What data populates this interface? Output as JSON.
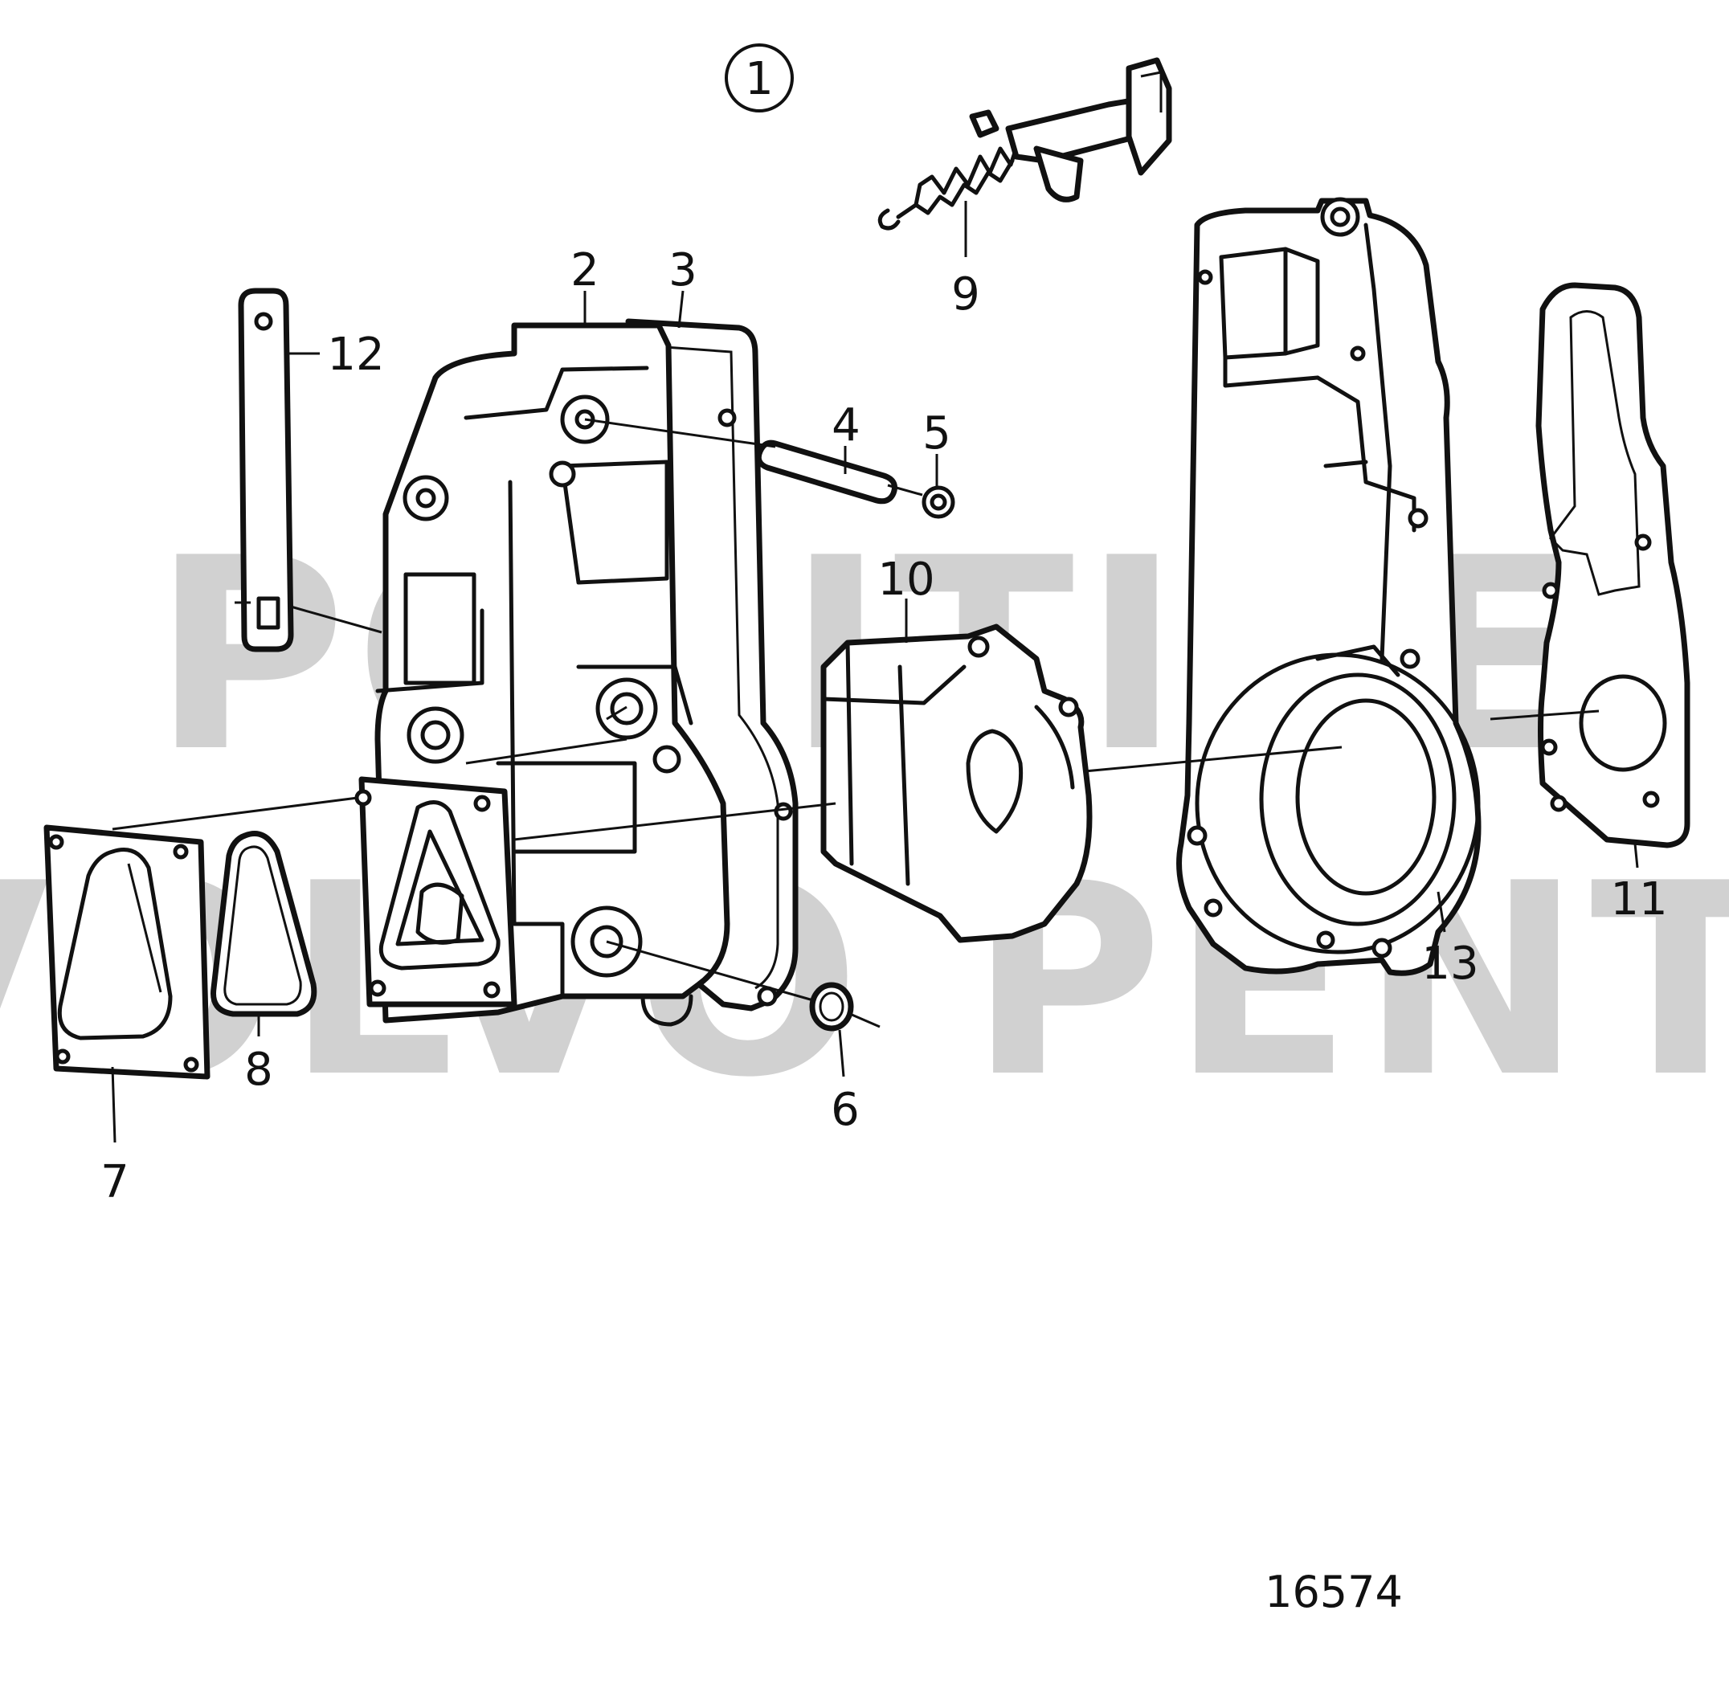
{
  "assembly_number": "1",
  "drawing_number": "16574",
  "watermark": {
    "line1": "POSITIVE",
    "line2": "VOLVO PENTA"
  },
  "callouts": {
    "c2": "2",
    "c3": "3",
    "c4": "4",
    "c5": "5",
    "c6": "6",
    "c7": "7",
    "c8": "8",
    "c9": "9",
    "c10": "10",
    "c11": "11",
    "c12": "12",
    "c13": "13"
  }
}
